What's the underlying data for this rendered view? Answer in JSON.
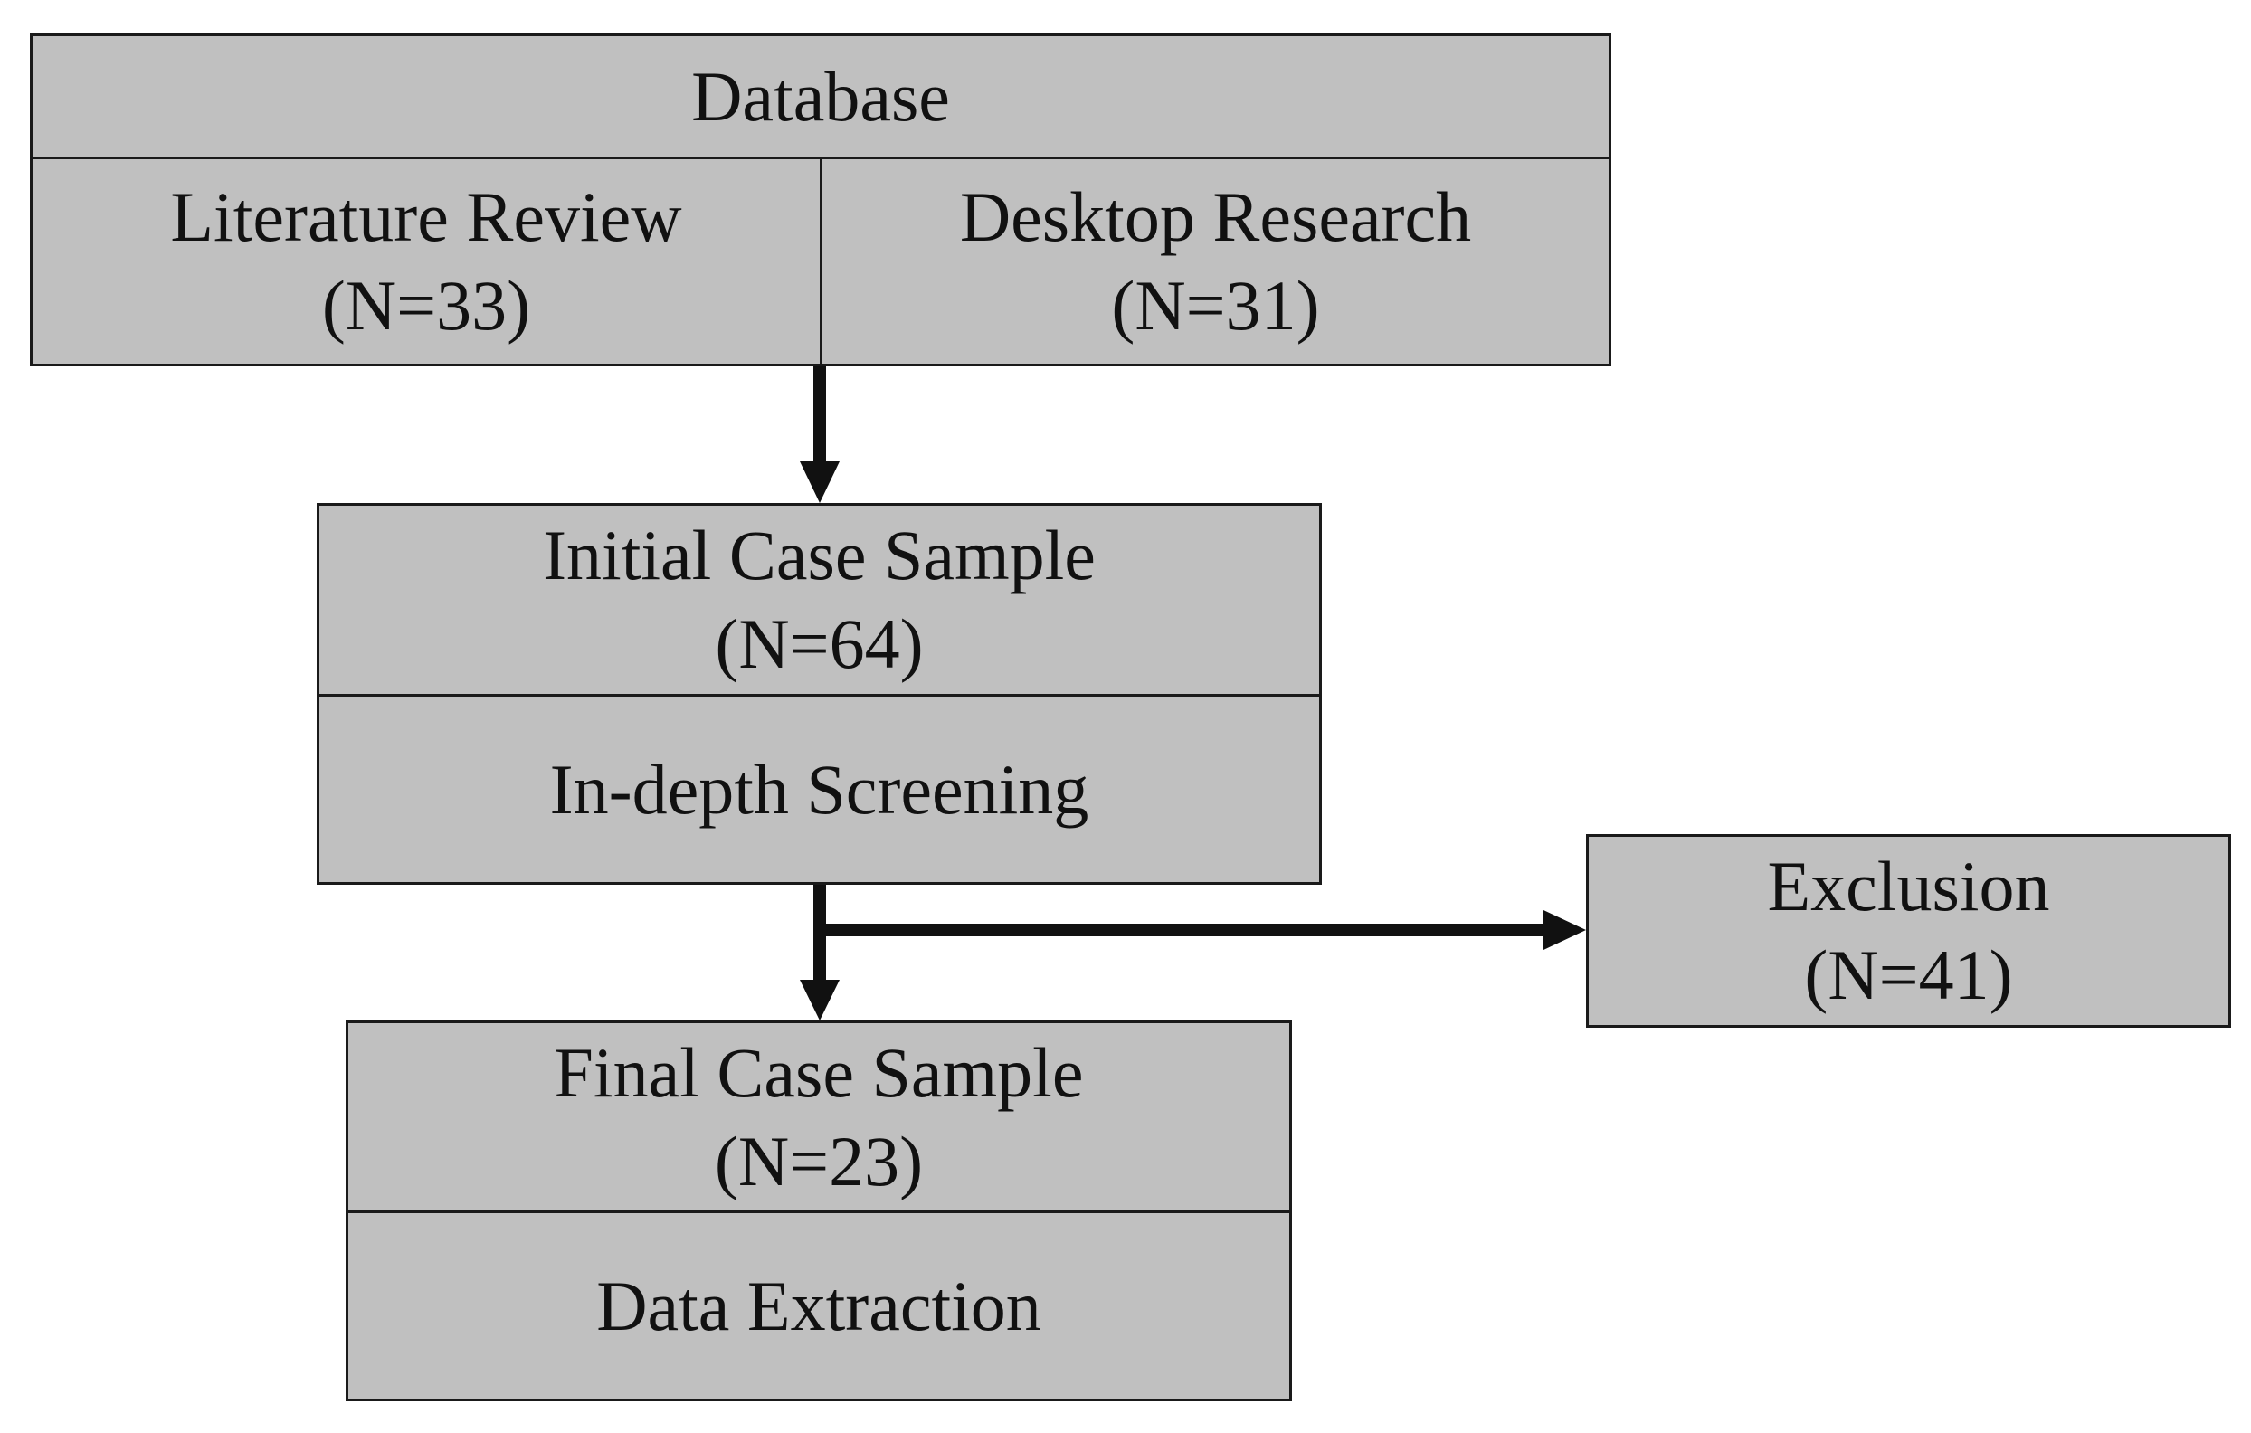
{
  "nodes": {
    "database": {
      "label": "Database"
    },
    "literature_review": {
      "label": "Literature Review",
      "count": "(N=33)"
    },
    "desktop_research": {
      "label": "Desktop Research",
      "count": "(N=31)"
    },
    "initial_case_sample": {
      "label": "Initial Case Sample",
      "count": "(N=64)"
    },
    "in_depth_screening": {
      "label": "In-depth Screening"
    },
    "exclusion": {
      "label": "Exclusion",
      "count": "(N=41)"
    },
    "final_case_sample": {
      "label": "Final Case Sample",
      "count": "(N=23)"
    },
    "data_extraction": {
      "label": "Data Extraction"
    }
  },
  "edges": [
    {
      "from": "database",
      "to": "initial_case_sample"
    },
    {
      "from": "in_depth_screening",
      "to": "final_case_sample"
    },
    {
      "from": "in_depth_screening",
      "to": "exclusion"
    }
  ],
  "colors": {
    "box_fill": "#c0c0c0",
    "stroke": "#1a1a1a"
  }
}
